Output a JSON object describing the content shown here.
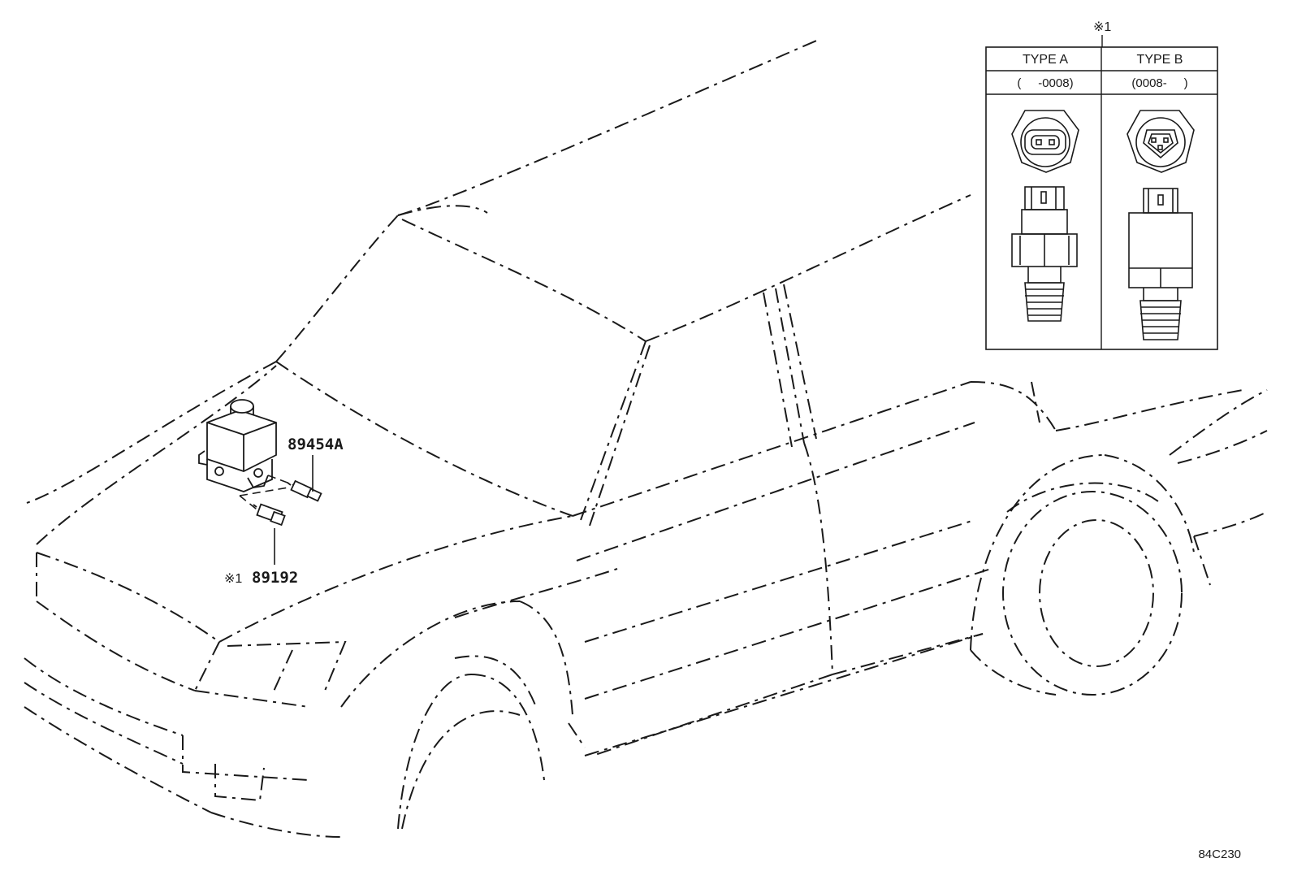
{
  "callouts": {
    "part_1": "89454A",
    "part_2": "89192",
    "note_mark": "※1"
  },
  "inset": {
    "note_mark": "※1",
    "columns": [
      {
        "type": "TYPE A",
        "range": "(     -0008)"
      },
      {
        "type": "TYPE B",
        "range": "(0008-     )"
      }
    ]
  },
  "diagram_code": "84C230",
  "colors": {
    "ink": "#1a1a1a",
    "background": "#ffffff"
  }
}
